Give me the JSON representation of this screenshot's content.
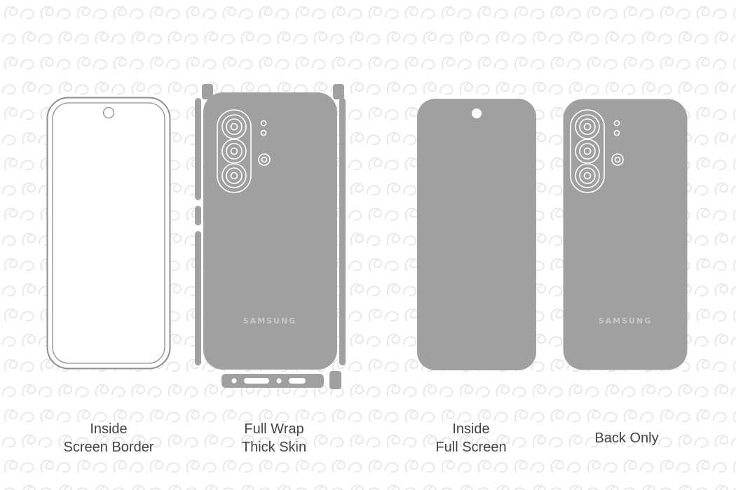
{
  "colors": {
    "background": "#ffffff",
    "skin_gray": "#a0a0a0",
    "outline_gray": "#8f8f8f",
    "label_text": "#424242",
    "brand_text": "#c8c8c8",
    "watermark": "#e9e9e9"
  },
  "templates": [
    {
      "name": "Inside Screen Border",
      "label_lines": [
        "Inside",
        "Screen Border"
      ]
    },
    {
      "name": "Full Wrap Thick Skin",
      "label_lines": [
        "Full Wrap",
        "Thick Skin"
      ],
      "brand": "SAMSUNG"
    },
    {
      "name": "Inside Full Screen",
      "label_lines": [
        "Inside",
        "Full Screen"
      ]
    },
    {
      "name": "Back Only",
      "label_lines": [
        "Back Only"
      ],
      "brand": "SAMSUNG"
    }
  ]
}
